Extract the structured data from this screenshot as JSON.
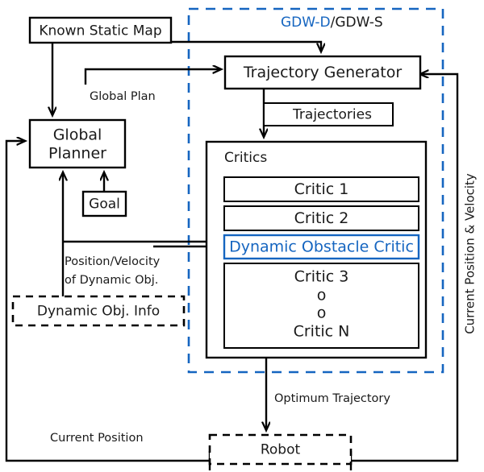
{
  "diagram": {
    "title_parts": {
      "blue": "GDW-D",
      "separator": "/",
      "black": "GDW-S"
    },
    "colors": {
      "accent_blue": "#1565c0",
      "stroke_black": "#000000",
      "background": "#ffffff"
    },
    "nodes": [
      {
        "id": "known-static-map",
        "label": "Known Static Map",
        "style": "solid"
      },
      {
        "id": "global-planner",
        "label": "Global\nPlanner",
        "line1": "Global",
        "line2": "Planner",
        "style": "solid"
      },
      {
        "id": "goal",
        "label": "Goal",
        "style": "solid"
      },
      {
        "id": "dynamic-obj-info",
        "label": "Dynamic Obj. Info",
        "style": "dashed"
      },
      {
        "id": "trajectory-generator",
        "label": "Trajectory Generator",
        "style": "solid"
      },
      {
        "id": "trajectories",
        "label": "Trajectories",
        "style": "solid"
      },
      {
        "id": "critics",
        "label": "Critics",
        "style": "solid-group"
      },
      {
        "id": "critic-1",
        "label": "Critic 1",
        "style": "solid"
      },
      {
        "id": "critic-2",
        "label": "Critic 2",
        "style": "solid"
      },
      {
        "id": "dynamic-obstacle-critic",
        "label": "Dynamic Obstacle Critic",
        "style": "blue"
      },
      {
        "id": "critic-n-box",
        "label": "Critic 3",
        "line1": "Critic 3",
        "line2": "o",
        "line3": "o",
        "line4": "Critic N",
        "style": "solid"
      },
      {
        "id": "robot",
        "label": "Robot",
        "style": "dashed"
      }
    ],
    "edge_labels": [
      {
        "id": "global-plan",
        "text": "Global Plan"
      },
      {
        "id": "trajectories-label",
        "text": "Trajectories"
      },
      {
        "id": "position-velocity",
        "line1": "Position/Velocity",
        "line2": "of Dynamic Obj."
      },
      {
        "id": "optimum-trajectory",
        "text": "Optimum Trajectory"
      },
      {
        "id": "current-position",
        "text": "Current Position"
      },
      {
        "id": "current-position-velocity",
        "text": "Current Position & Velocity"
      }
    ]
  }
}
